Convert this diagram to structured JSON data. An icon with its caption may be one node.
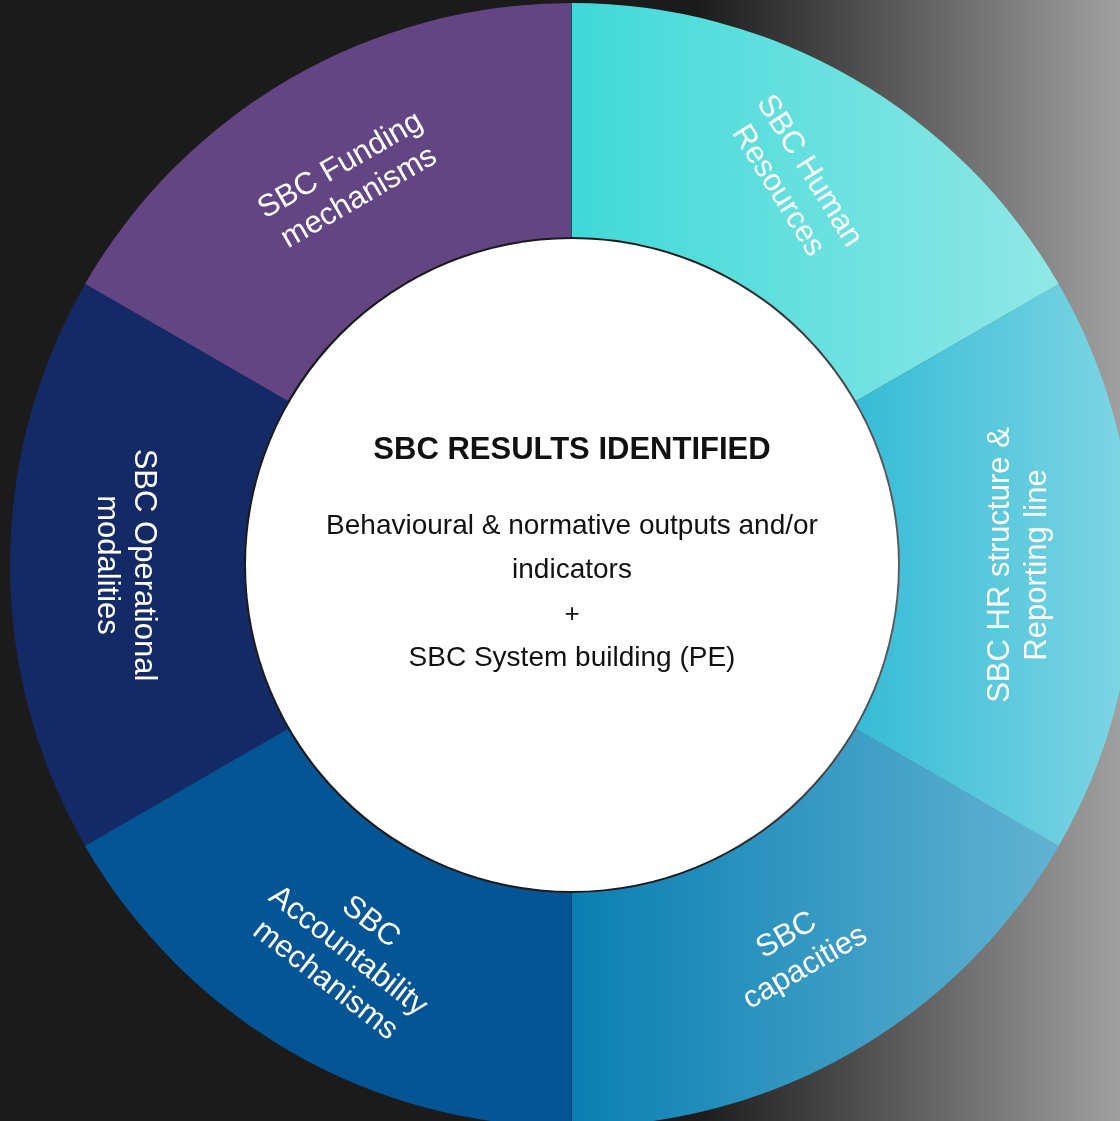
{
  "diagram": {
    "nodes": [
      {
        "text": [
          "SBC RESULTS IDENTIFIED",
          "Behavioural & normative outputs and/or indicators",
          "+",
          "SBC System building (PE)"
        ]
      },
      {
        "text": [
          "SBC Funding mechanisms"
        ]
      },
      {
        "text": [
          "SBC Human Resources"
        ]
      },
      {
        "text": [
          "SBC Operational modalities"
        ]
      },
      {
        "text": [
          "SBC HR structure & Reporting line"
        ]
      },
      {
        "text": [
          "SBC Accountability mechanisms"
        ]
      },
      {
        "text": [
          "SBC capacities"
        ]
      }
    ]
  }
}
